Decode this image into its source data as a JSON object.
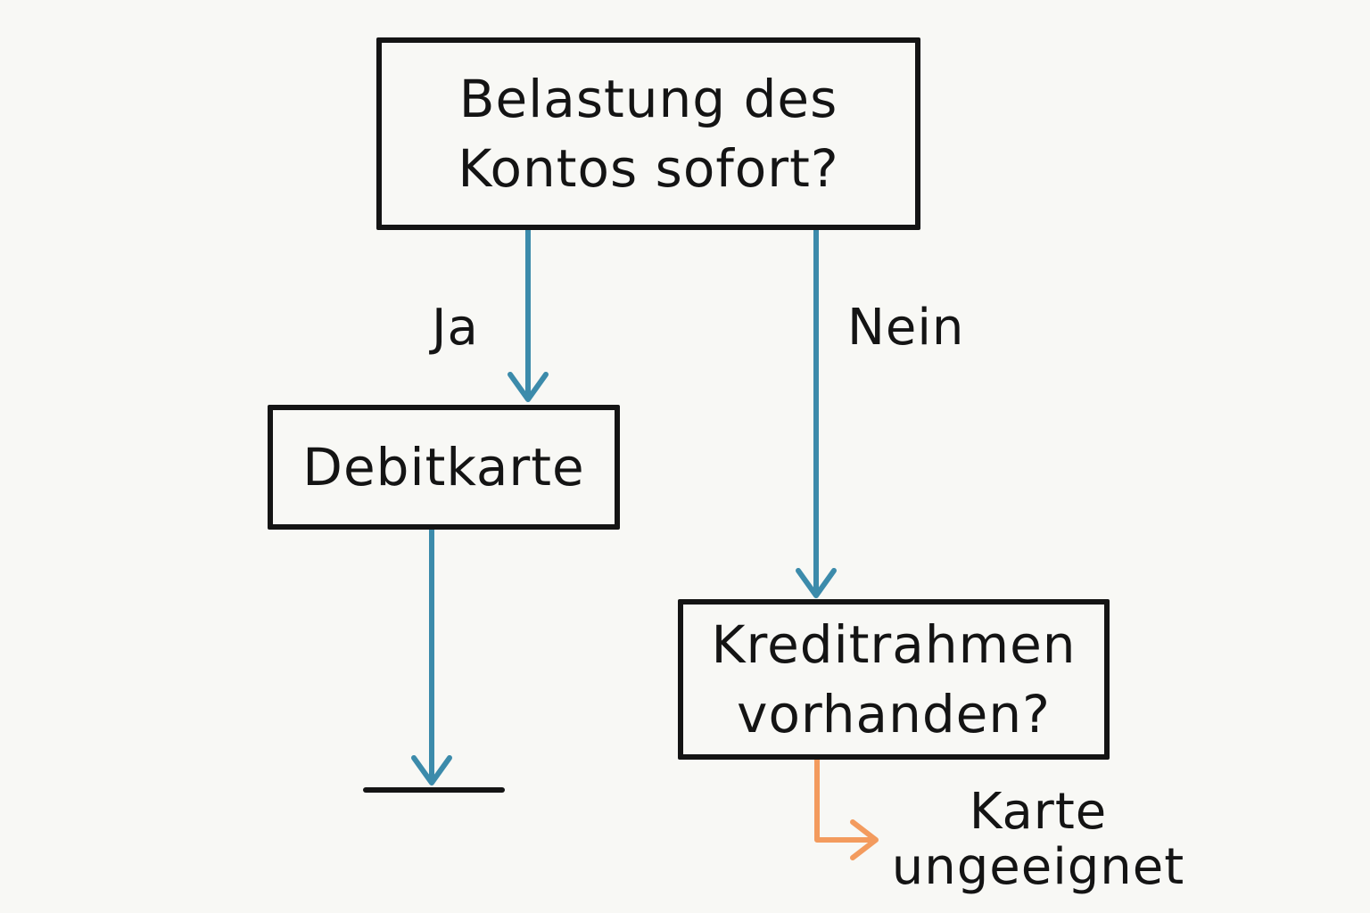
{
  "nodes": {
    "question_debit": "Belastung des\nKontos sofort?",
    "debit_card": "Debitkarte",
    "question_credit": "Kreditrahmen\nvorhanden?",
    "result_unsuitable": "Karte\nungeeignet"
  },
  "edges": {
    "yes_label": "Ja",
    "no_label": "Nein"
  },
  "colors": {
    "line": "#141414",
    "arrow_blue": "#3c8bab",
    "arrow_orange": "#f39b5e",
    "background": "#f8f8f5"
  }
}
